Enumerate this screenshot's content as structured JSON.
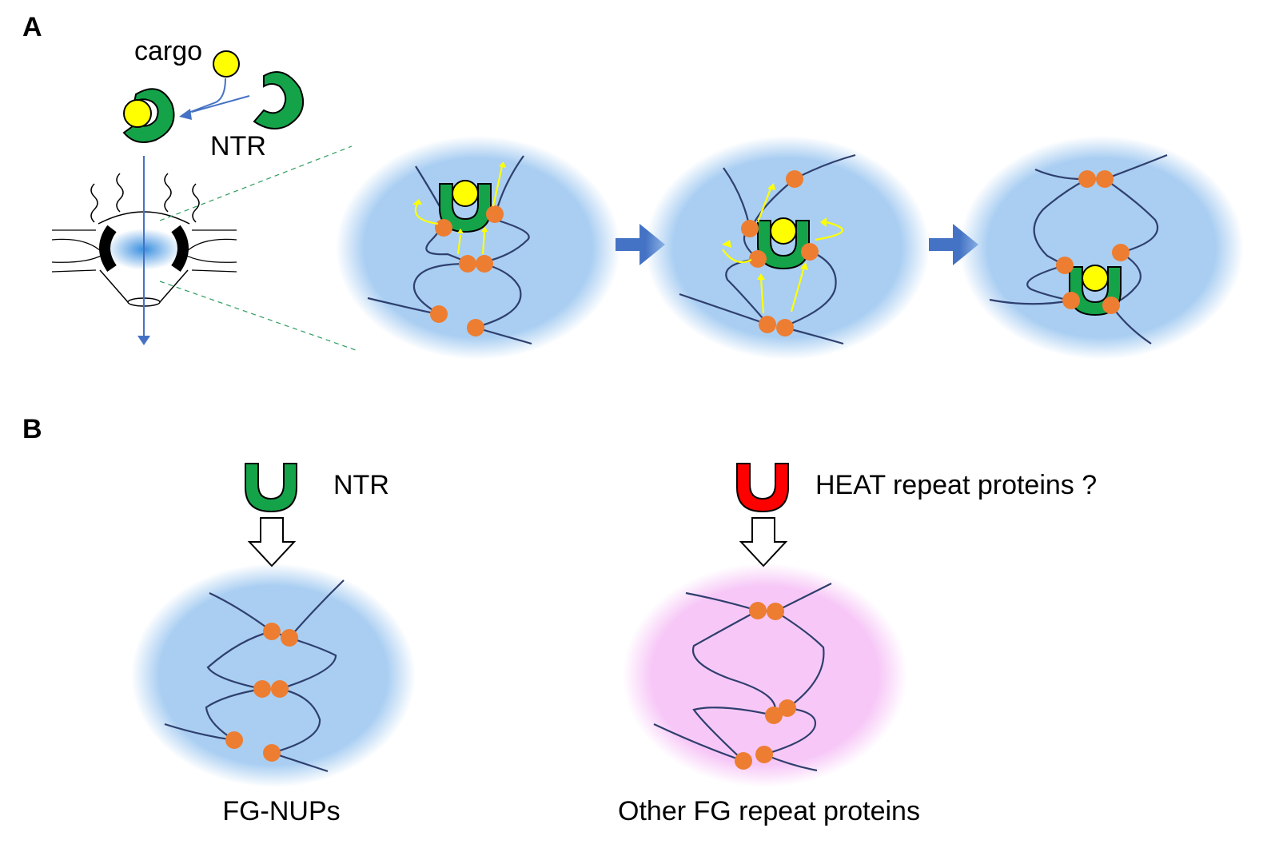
{
  "panels": {
    "a": {
      "label": "A"
    },
    "b": {
      "label": "B"
    }
  },
  "labels": {
    "cargo": "cargo",
    "ntr_top": "NTR",
    "ntr_b": "NTR",
    "heat": "HEAT repeat proteins ?",
    "fg_nups": "FG-NUPs",
    "other_fg": "Other FG repeat proteins"
  },
  "colors": {
    "ntr": "#15a34a",
    "heat_protein": "#ff0000",
    "cargo": "#ffff00",
    "fg_bead": "#ed7d31",
    "fg_chain": "#2f3f6e",
    "condensate_blue": "#a9cef2",
    "condensate_pink": "#f7c8f7",
    "flow_arrow": "#4472c4",
    "diffusion_arrow": "#ffff00"
  }
}
